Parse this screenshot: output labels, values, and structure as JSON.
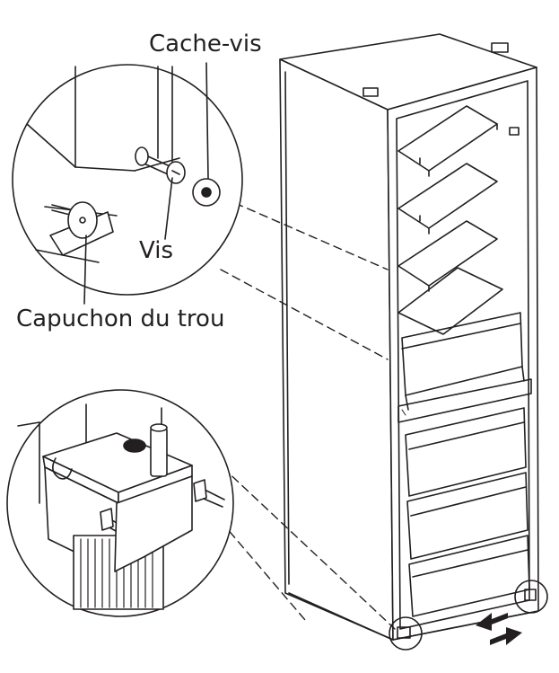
{
  "labels": {
    "screw_cover": "Cache-vis",
    "screw": "Vis",
    "hole_cap": "Capuchon du trou"
  },
  "colors": {
    "line": "#231f20",
    "background": "#ffffff"
  },
  "icons": [
    "double-arrow-icon"
  ]
}
